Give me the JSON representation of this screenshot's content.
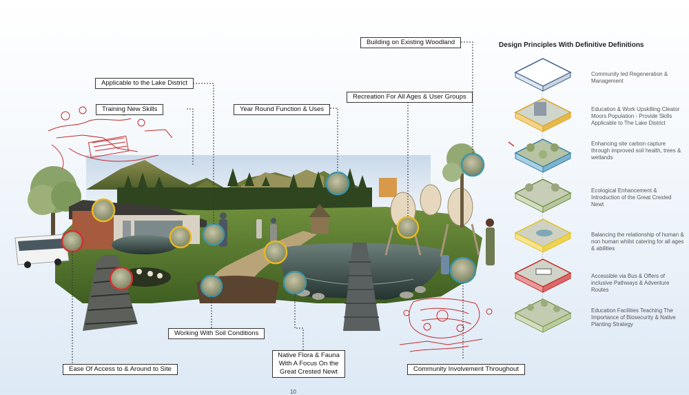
{
  "labels": {
    "building_woodland": "Building on Existing Woodland",
    "lake_district": "Applicable to the Lake District",
    "training_skills": "Training New Skills",
    "year_round": "Year Round Function & Uses",
    "recreation": "Recreation For All Ages & User Groups",
    "soil": "Working With Soil Conditions",
    "native_flora_1": "Native Flora & Fauna",
    "native_flora_2": "With A Focus On the",
    "native_flora_3": "Great Crested Newt",
    "ease_access": "Ease Of Access to & Around to  Site",
    "community": "Community Involvement Throughout"
  },
  "principles": {
    "title": "Design Principles With Definitive Definitions",
    "items": [
      {
        "text": "Community led Regeneration & Management",
        "accent": "#3a5e8c"
      },
      {
        "text": "Education & Work Upskilling Cleator Moors Population - Provide Skills Applicable to The Lake District",
        "accent": "#e0a21c"
      },
      {
        "text": "Enhancing site carbon capture through improved soil health, trees & wetlands",
        "accent": "#2e7fa8"
      },
      {
        "text": "Ecological Enhancement & Introduction of the Great Crested Newt",
        "accent": "#6b8e3c"
      },
      {
        "text": "Balancing the relationship of human & non human whilst catering for all ages & abilities",
        "accent": "#e5c21c"
      },
      {
        "text": "Accessible via Bus & Offers of inclusive Pathways & Adventure Routes",
        "accent": "#c62828"
      },
      {
        "text": "Education Facilities Teaching The Importance of Biosecurity & Native Planting Strategy",
        "accent": "#7a9a4e"
      }
    ]
  },
  "page_number": "10",
  "colors": {
    "ring_red": "#d32f2f",
    "ring_yellow": "#e8b923",
    "ring_teal": "#3e95a8",
    "sketch_red": "#c62828"
  }
}
